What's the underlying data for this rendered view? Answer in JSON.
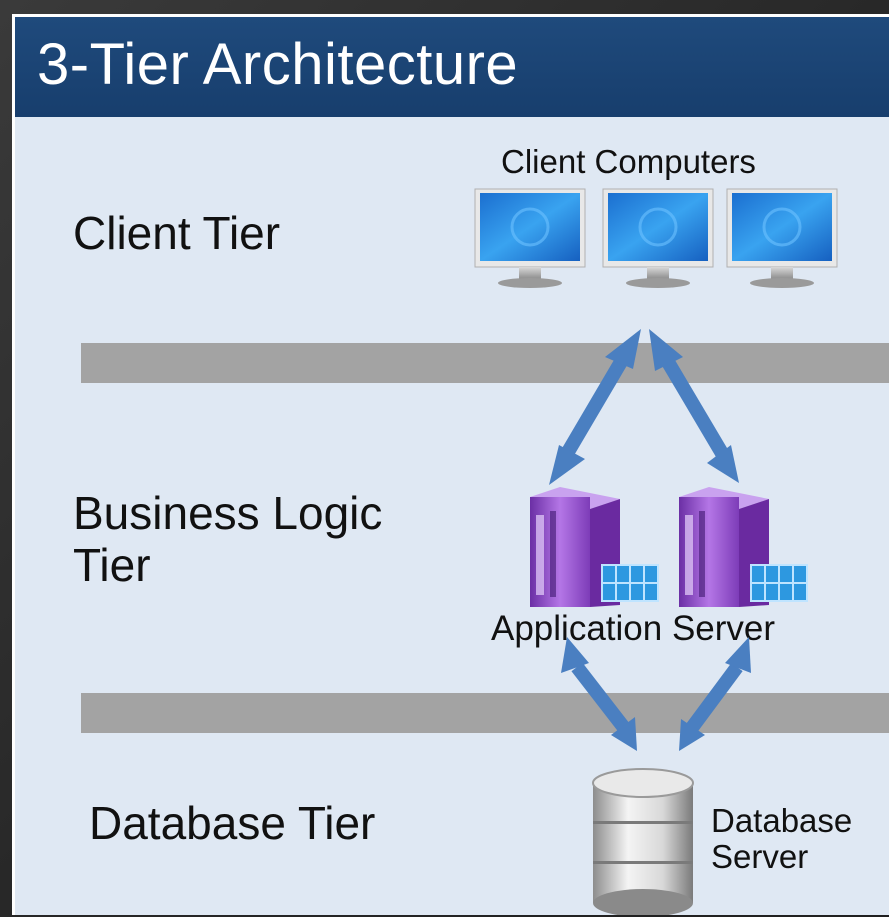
{
  "title": "3-Tier Architecture",
  "tiers": {
    "client": "Client Tier",
    "business": "Business Logic\nTier",
    "database": "Database Tier"
  },
  "captions": {
    "client_computers": "Client Computers",
    "application_server": "Application Server",
    "database_server": "Database\nServer"
  },
  "colors": {
    "title_bar": "#1f4a7c",
    "slide_background": "#dfe8f3",
    "divider": "#a3a3a3",
    "arrow": "#4a7fc1",
    "server": "#9b59d0",
    "monitor_screen": "#2f8fe0"
  },
  "icons": [
    "monitor-icon",
    "server-icon",
    "database-icon",
    "double-arrow-icon"
  ]
}
